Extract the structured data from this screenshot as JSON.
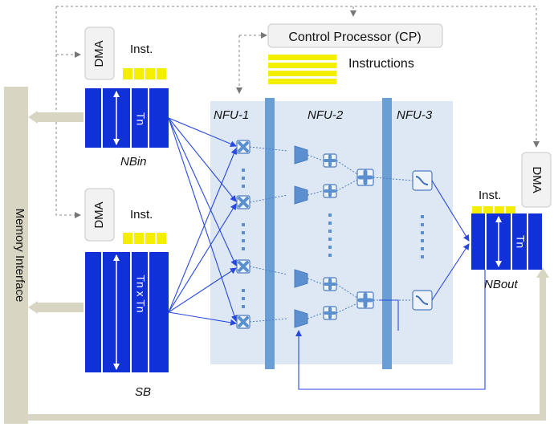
{
  "labels": {
    "memory_interface": "Memory Interface",
    "control_processor": "Control Processor (CP)",
    "instructions": "Instructions",
    "dma_nbin": "DMA",
    "dma_sb": "DMA",
    "dma_nbout": "DMA",
    "inst_nbin": "Inst.",
    "inst_sb": "Inst.",
    "inst_nbout": "Inst.",
    "tn_nbin": "Tn",
    "tn_sb": "Tn x Tn",
    "tn_nbout": "Tn",
    "nbin": "NBin",
    "sb": "SB",
    "nbout": "NBout",
    "nfu1": "NFU-1",
    "nfu2": "NFU-2",
    "nfu3": "NFU-3"
  },
  "colors": {
    "buffer_blue": "#1030d8",
    "wire_blue": "#2848e0",
    "nfu_panel": "#dde8f4",
    "pipe_bar": "#6a9fd6",
    "unit_fill": "#5b8fcf",
    "bus_tan": "#d8d5c2",
    "inst_yellow": "#f4ee00",
    "box_gray": "#f2f2f2"
  },
  "icons": {
    "multiplier": "multiply-x-icon",
    "adder": "plus-icon",
    "mux": "trapezoid-icon",
    "activation": "sigmoid-icon"
  }
}
